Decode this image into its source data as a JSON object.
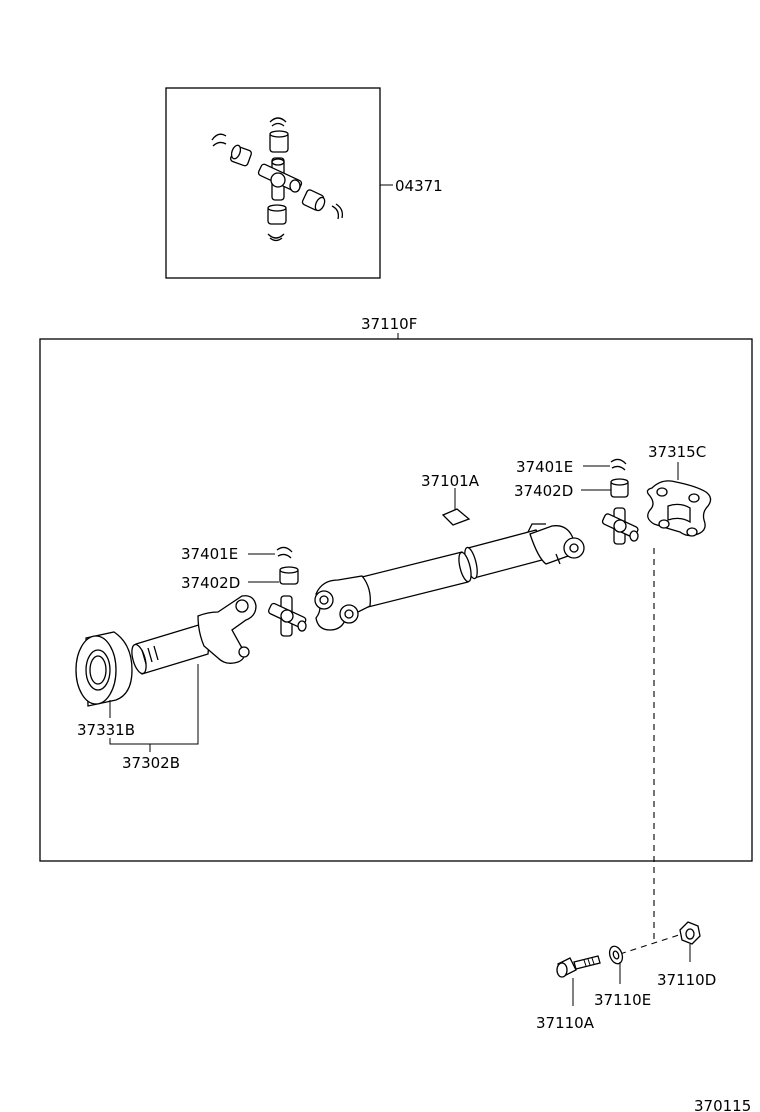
{
  "labels": {
    "kit": "04371",
    "shaft_assy": "37110F",
    "center_bearing": "37101A",
    "snap_ring_rear": "37401E",
    "bearing_rear": "37402D",
    "flange": "37315C",
    "snap_ring_front": "37401E",
    "bearing_front": "37402D",
    "seal": "37331B",
    "yoke": "37302B",
    "bolt": "37110A",
    "washer": "37110E",
    "nut": "37110D",
    "diagram_id": "370115"
  }
}
